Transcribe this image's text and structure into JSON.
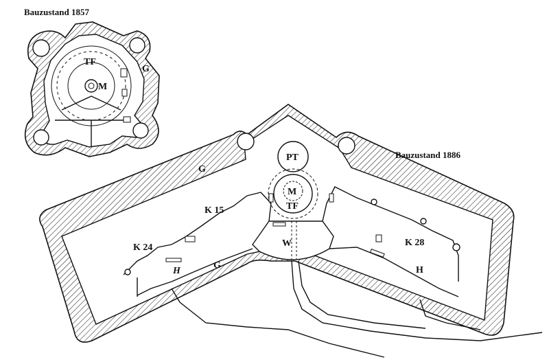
{
  "titles": {
    "plan_1857": "Bauzustand 1857",
    "plan_1886": "Bauzustand 1886"
  },
  "labels_1857": {
    "tf": "TF",
    "m": "M",
    "g": "G"
  },
  "labels_1886": {
    "pt": "PT",
    "m": "M",
    "tf": "TF",
    "g_upper": "G",
    "g_lower": "G",
    "w": "W",
    "k15": "K 15",
    "k24": "K 24",
    "k28": "K 28",
    "h_left": "H",
    "h_right": "H"
  }
}
